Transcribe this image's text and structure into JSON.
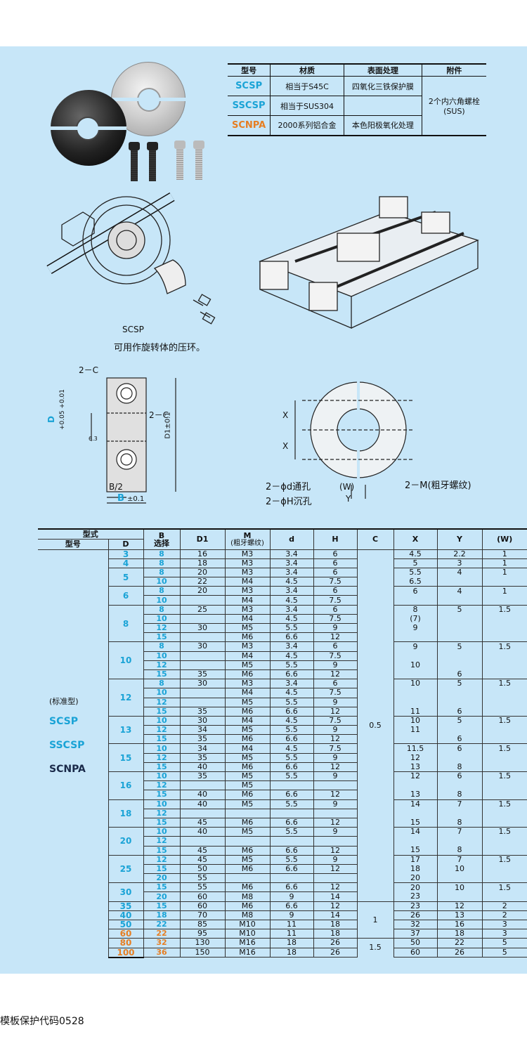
{
  "materials": {
    "headers": [
      "型号",
      "材质",
      "表面处理",
      "附件"
    ],
    "rows": [
      {
        "code": "SCSP",
        "material": "相当于S45C",
        "finish": "四氧化三铁保护膜"
      },
      {
        "code": "SSCSP",
        "material": "相当于SUS304",
        "finish": ""
      },
      {
        "code": "SCNPA",
        "material": "2000系列铝合金",
        "finish": "本色阳极氧化处理"
      }
    ],
    "accessory_line1": "2个内六角螺栓",
    "accessory_line2": "(SUS)"
  },
  "illustration": {
    "scsp_label": "SCSP",
    "caption": "可用作旋转体的压环。"
  },
  "drawing": {
    "two_c_top": "2－C",
    "two_c_side": "2－C",
    "d_tol": "+0.05 +0.01",
    "d_label": "D",
    "d1_label": "D1±0.1",
    "b_half": "B/2",
    "b_label": "B",
    "b_tol": "±0.1",
    "x_label": "X",
    "phi_d": "2－ϕd通孔",
    "phi_h": "2－ϕH沉孔",
    "w_label": "(W)",
    "y_label": "Y",
    "m_label": "2－M(粗牙螺纹)",
    "roughness": "6.3"
  },
  "spec": {
    "header_type": "型式",
    "header_model": "型号",
    "header_d": "D",
    "header_b": "B",
    "header_b_sub": "选择",
    "header_d1": "D1",
    "header_m": "M",
    "header_m_sub": "(粗牙螺纹)",
    "header_sd": "d",
    "header_h": "H",
    "header_c": "C",
    "header_x": "X",
    "header_y": "Y",
    "header_w": "(W)",
    "type_std": "(标准型)",
    "type_names": [
      "SCSP",
      "SSCSP",
      "SCNPA"
    ],
    "c_values": [
      "0.5",
      "1",
      "1.5"
    ]
  },
  "spec_rows": [
    [
      "3",
      "8",
      "16",
      "M3",
      "3.4",
      "6",
      "4.5",
      "2.2",
      "1"
    ],
    [
      "4",
      "8",
      "18",
      "M3",
      "3.4",
      "6",
      "5",
      "3",
      "1"
    ],
    [
      "5",
      "8",
      "20",
      "M3",
      "3.4",
      "6",
      "5.5",
      "4",
      "1"
    ],
    [
      "5",
      "10",
      "22",
      "M4",
      "4.5",
      "7.5",
      "6.5",
      "",
      ""
    ],
    [
      "6",
      "8",
      "20",
      "M3",
      "3.4",
      "6",
      "6",
      "4",
      "1"
    ],
    [
      "6",
      "10",
      "",
      "M4",
      "4.5",
      "7.5",
      "",
      "",
      ""
    ],
    [
      "8",
      "8",
      "25",
      "M3",
      "3.4",
      "6",
      "8",
      "5",
      "1.5"
    ],
    [
      "8",
      "10",
      "",
      "M4",
      "4.5",
      "7.5",
      "(7)",
      "",
      ""
    ],
    [
      "8",
      "12",
      "30",
      "M5",
      "5.5",
      "9",
      "9",
      "",
      ""
    ],
    [
      "8",
      "15",
      "",
      "M6",
      "6.6",
      "12",
      "",
      "",
      ""
    ],
    [
      "10",
      "8",
      "30",
      "M3",
      "3.4",
      "6",
      "9",
      "5",
      "1.5"
    ],
    [
      "10",
      "10",
      "",
      "M4",
      "4.5",
      "7.5",
      "",
      "",
      ""
    ],
    [
      "10",
      "12",
      "",
      "M5",
      "5.5",
      "9",
      "10",
      "",
      ""
    ],
    [
      "10",
      "15",
      "35",
      "M6",
      "6.6",
      "12",
      "",
      "6",
      ""
    ],
    [
      "12",
      "8",
      "30",
      "M3",
      "3.4",
      "6",
      "10",
      "5",
      "1.5"
    ],
    [
      "12",
      "10",
      "",
      "M4",
      "4.5",
      "7.5",
      "",
      "",
      ""
    ],
    [
      "12",
      "12",
      "",
      "M5",
      "5.5",
      "9",
      "",
      "",
      ""
    ],
    [
      "12",
      "15",
      "35",
      "M6",
      "6.6",
      "12",
      "11",
      "6",
      ""
    ],
    [
      "13",
      "10",
      "30",
      "M4",
      "4.5",
      "7.5",
      "10",
      "5",
      "1.5"
    ],
    [
      "13",
      "12",
      "34",
      "M5",
      "5.5",
      "9",
      "11",
      "",
      ""
    ],
    [
      "13",
      "15",
      "35",
      "M6",
      "6.6",
      "12",
      "",
      "6",
      ""
    ],
    [
      "15",
      "10",
      "34",
      "M4",
      "4.5",
      "7.5",
      "11.5",
      "6",
      "1.5"
    ],
    [
      "15",
      "12",
      "35",
      "M5",
      "5.5",
      "9",
      "12",
      "",
      ""
    ],
    [
      "15",
      "15",
      "40",
      "M6",
      "6.6",
      "12",
      "13",
      "8",
      ""
    ],
    [
      "16",
      "10",
      "35",
      "M5",
      "5.5",
      "9",
      "12",
      "6",
      "1.5"
    ],
    [
      "16",
      "12",
      "",
      "M5",
      "",
      "",
      "",
      "",
      ""
    ],
    [
      "16",
      "15",
      "40",
      "M6",
      "6.6",
      "12",
      "13",
      "8",
      ""
    ],
    [
      "18",
      "10",
      "40",
      "M5",
      "5.5",
      "9",
      "14",
      "7",
      "1.5"
    ],
    [
      "18",
      "12",
      "",
      "",
      "",
      "",
      "",
      "",
      ""
    ],
    [
      "18",
      "15",
      "45",
      "M6",
      "6.6",
      "12",
      "15",
      "8",
      ""
    ],
    [
      "20",
      "10",
      "40",
      "M5",
      "5.5",
      "9",
      "14",
      "7",
      "1.5"
    ],
    [
      "20",
      "12",
      "",
      "",
      "",
      "",
      "",
      "",
      ""
    ],
    [
      "20",
      "15",
      "45",
      "M6",
      "6.6",
      "12",
      "15",
      "8",
      ""
    ],
    [
      "25",
      "12",
      "45",
      "M5",
      "5.5",
      "9",
      "17",
      "7",
      "1.5"
    ],
    [
      "25",
      "15",
      "50",
      "M6",
      "6.6",
      "12",
      "18",
      "10",
      ""
    ],
    [
      "25",
      "20",
      "55",
      "",
      "",
      "",
      "20",
      "",
      ""
    ],
    [
      "30",
      "15",
      "55",
      "M6",
      "6.6",
      "12",
      "20",
      "10",
      "1.5"
    ],
    [
      "30",
      "20",
      "60",
      "M8",
      "9",
      "14",
      "23",
      "",
      ""
    ],
    [
      "35",
      "15",
      "60",
      "M6",
      "6.6",
      "12",
      "23",
      "12",
      "2"
    ],
    [
      "40",
      "18",
      "70",
      "M8",
      "9",
      "14",
      "26",
      "13",
      "2"
    ],
    [
      "50",
      "22",
      "85",
      "M10",
      "11",
      "18",
      "32",
      "16",
      "3"
    ],
    [
      "60",
      "22",
      "95",
      "M10",
      "11",
      "18",
      "37",
      "18",
      "3"
    ],
    [
      "80",
      "32",
      "130",
      "M16",
      "18",
      "26",
      "50",
      "22",
      "5"
    ],
    [
      "100",
      "36",
      "150",
      "M16",
      "18",
      "26",
      "60",
      "26",
      "5"
    ]
  ],
  "footer": "模板保护代码0528"
}
